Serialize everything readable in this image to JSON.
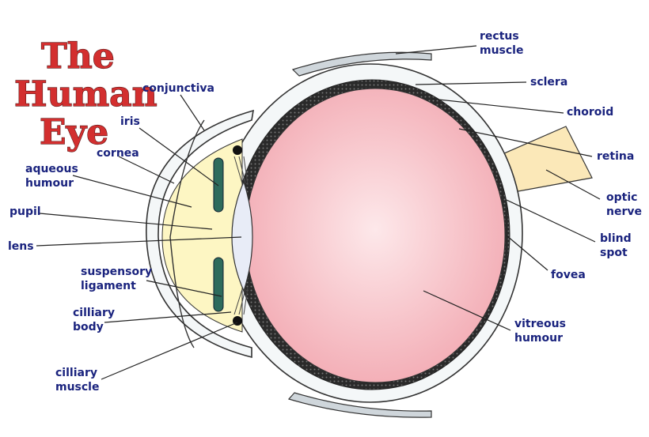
{
  "title": {
    "line1": "The",
    "line2": "Human",
    "line3": "Eye"
  },
  "labels": {
    "rectus_muscle": [
      "rectus",
      "muscle"
    ],
    "sclera": "sclera",
    "choroid": "choroid",
    "retina": "retina",
    "optic_nerve": [
      "optic",
      "nerve"
    ],
    "blind_spot": [
      "blind",
      "spot"
    ],
    "fovea": "fovea",
    "vitreous_humour": [
      "vitreous",
      "humour"
    ],
    "conjunctiva": "conjunctiva",
    "iris": "iris",
    "cornea": "cornea",
    "aqueous_humour": [
      "aqueous",
      "humour"
    ],
    "pupil": "pupil",
    "lens": "lens",
    "suspensory_ligament": [
      "suspensory",
      "ligament"
    ],
    "cilliary_body": [
      "cilliary",
      "body"
    ],
    "cilliary_muscle": [
      "cilliary",
      "muscle"
    ]
  },
  "colors": {
    "vitreous_center": "#fde8ea",
    "vitreous_edge": "#f2a7b0",
    "aqueous": "#fdf6c3",
    "lens": "#e8ecf7",
    "choroid": "#2a2a2a",
    "iris": "#2e6b5c",
    "title": "#d32f2f",
    "label": "#1a237e"
  }
}
